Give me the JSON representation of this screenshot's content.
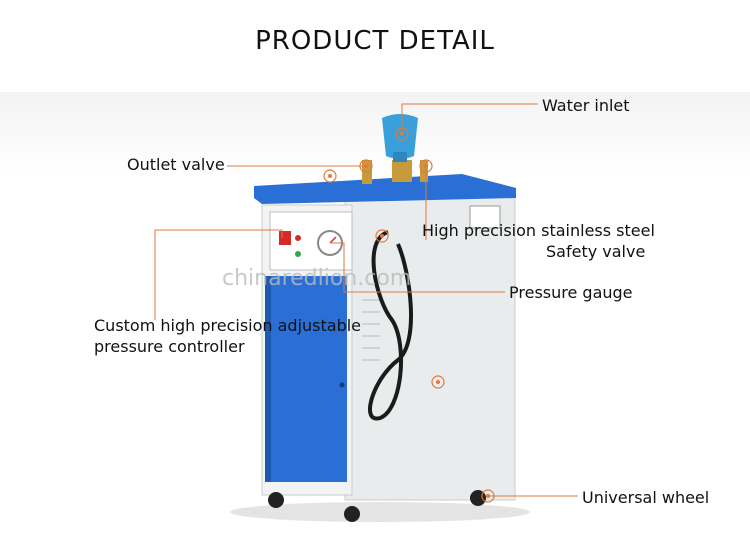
{
  "title": "PRODUCT DETAIL",
  "watermark": "chinaredlion.com",
  "callouts": {
    "water_inlet": "Water inlet",
    "outlet_valve": "Outlet valve",
    "safety_valve_line1": "High precision stainless steel",
    "safety_valve_line2": "Safety valve",
    "pressure_gauge": "Pressure gauge",
    "controller_line1": "Custom high precision adjustable",
    "controller_line2": "pressure controller",
    "universal_wheel": "Universal wheel"
  },
  "colors": {
    "accent_line": "#e07a3c",
    "cabinet_blue": "#2a6fd6",
    "cabinet_white": "#e9eced",
    "tank_blue": "#3aa0dc"
  }
}
